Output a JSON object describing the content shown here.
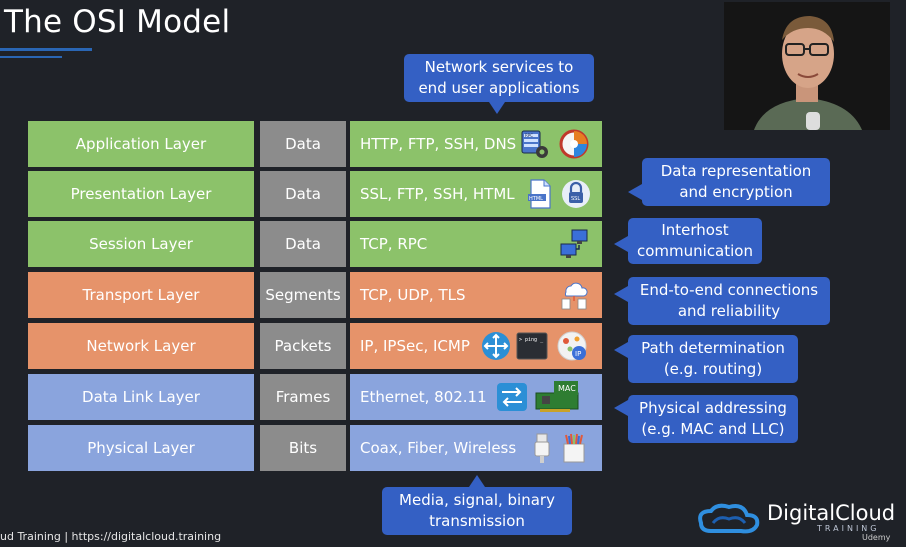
{
  "title": "The OSI Model",
  "layers": [
    {
      "name": "Application Layer",
      "unit": "Data",
      "protocols": "HTTP, FTP, SSH, DNS",
      "color": "#8cc26a"
    },
    {
      "name": "Presentation Layer",
      "unit": "Data",
      "protocols": "SSL, FTP, SSH, HTML",
      "color": "#8cc26a"
    },
    {
      "name": "Session Layer",
      "unit": "Data",
      "protocols": "TCP, RPC",
      "color": "#8cc26a"
    },
    {
      "name": "Transport Layer",
      "unit": "Segments",
      "protocols": "TCP, UDP, TLS",
      "color": "#e6936a"
    },
    {
      "name": "Network Layer",
      "unit": "Packets",
      "protocols": "IP, IPSec, ICMP",
      "color": "#e6936a"
    },
    {
      "name": "Data Link Layer",
      "unit": "Frames",
      "protocols": "Ethernet, 802.11",
      "color": "#8aa4dd"
    },
    {
      "name": "Physical Layer",
      "unit": "Bits",
      "protocols": "Coax, Fiber, Wireless",
      "color": "#8aa4dd"
    }
  ],
  "callouts": {
    "top": [
      "Network services to",
      "end user applications"
    ],
    "presentation": [
      "Data representation",
      "and encryption"
    ],
    "session": [
      "Interhost",
      "communication"
    ],
    "transport": [
      "End-to-end connections",
      "and reliability"
    ],
    "network": [
      "Path determination",
      "(e.g. routing)"
    ],
    "datalink": [
      "Physical addressing",
      "(e.g. MAC and LLC)"
    ],
    "bottom": [
      "Media, signal, binary",
      "transmission"
    ]
  },
  "icons": {
    "rpc_label": "RPC",
    "html_label": "HTML",
    "ssl_label": "SSL",
    "ping_label": "> ping _",
    "ip_label": "IP",
    "mac_label": "MAC"
  },
  "footer": "ud Training  |  https://digitalcloud.training",
  "brand": {
    "name": "DigitalCloud",
    "sub": "TRAINING"
  },
  "udemy": "Udemy",
  "colors": {
    "green": "#8cc26a",
    "orange": "#e6936a",
    "blue": "#8aa4dd",
    "unit_gray": "#8c8c8c",
    "callout": "#3460c4",
    "background": "#1f2228"
  }
}
